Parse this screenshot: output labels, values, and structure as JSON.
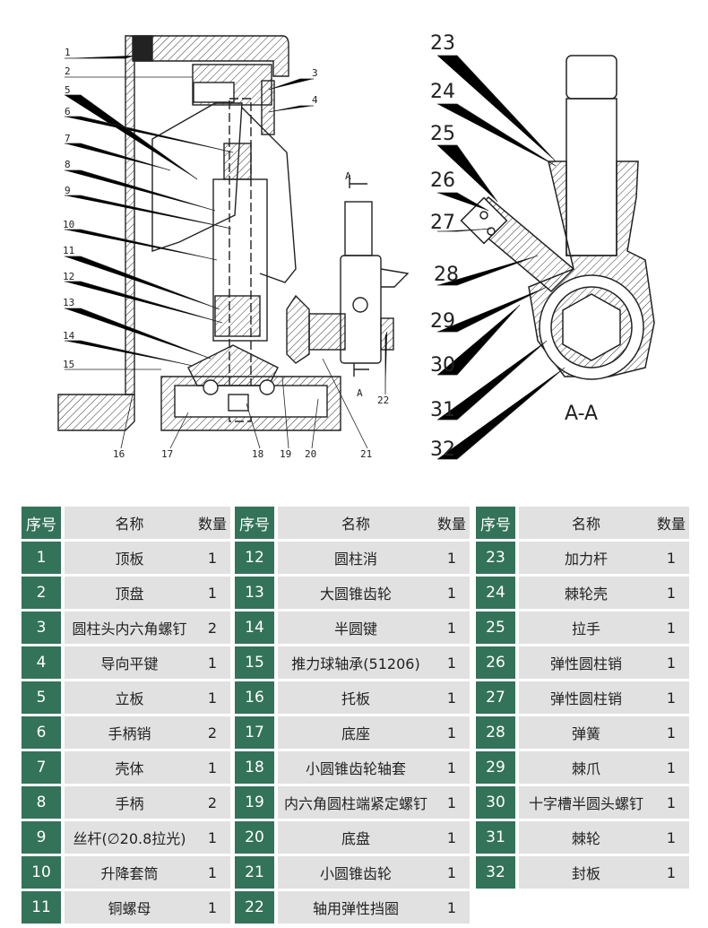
{
  "drawing": {
    "left_labels": [
      "1",
      "2",
      "3",
      "4",
      "5",
      "6",
      "7",
      "8",
      "9",
      "10",
      "11",
      "12",
      "13",
      "14",
      "15",
      "16",
      "17",
      "18",
      "19",
      "20",
      "21",
      "22"
    ],
    "right_labels": [
      "23",
      "24",
      "25",
      "26",
      "27",
      "28",
      "29",
      "30",
      "31",
      "32"
    ],
    "section_mark": "A",
    "section_title": "A-A"
  },
  "table": {
    "headers": {
      "no": "序号",
      "name": "名称",
      "qty": "数量"
    },
    "columns": [
      [
        {
          "no": "1",
          "name": "顶板",
          "qty": "1"
        },
        {
          "no": "2",
          "name": "顶盘",
          "qty": "1"
        },
        {
          "no": "3",
          "name": "圆柱头内六角螺钉",
          "qty": "2"
        },
        {
          "no": "4",
          "name": "导向平键",
          "qty": "1"
        },
        {
          "no": "5",
          "name": "立板",
          "qty": "1"
        },
        {
          "no": "6",
          "name": "手柄销",
          "qty": "2"
        },
        {
          "no": "7",
          "name": "壳体",
          "qty": "1"
        },
        {
          "no": "8",
          "name": "手柄",
          "qty": "2"
        },
        {
          "no": "9",
          "name": "丝杆(∅20.8拉光)",
          "qty": "1"
        },
        {
          "no": "10",
          "name": "升降套筒",
          "qty": "1"
        },
        {
          "no": "11",
          "name": "铜螺母",
          "qty": "1"
        }
      ],
      [
        {
          "no": "12",
          "name": "圆柱消",
          "qty": "1"
        },
        {
          "no": "13",
          "name": "大圆锥齿轮",
          "qty": "1"
        },
        {
          "no": "14",
          "name": "半圆键",
          "qty": "1"
        },
        {
          "no": "15",
          "name": "推力球轴承(51206)",
          "qty": "1"
        },
        {
          "no": "16",
          "name": "托板",
          "qty": "1"
        },
        {
          "no": "17",
          "name": "底座",
          "qty": "1"
        },
        {
          "no": "18",
          "name": "小圆锥齿轮轴套",
          "qty": "1"
        },
        {
          "no": "19",
          "name": "内六角圆柱端紧定螺钉",
          "qty": "1"
        },
        {
          "no": "20",
          "name": "底盘",
          "qty": "1"
        },
        {
          "no": "21",
          "name": "小圆锥齿轮",
          "qty": "1"
        },
        {
          "no": "22",
          "name": "轴用弹性挡圈",
          "qty": "1"
        }
      ],
      [
        {
          "no": "23",
          "name": "加力杆",
          "qty": "1"
        },
        {
          "no": "24",
          "name": "棘轮壳",
          "qty": "1"
        },
        {
          "no": "25",
          "name": "拉手",
          "qty": "1"
        },
        {
          "no": "26",
          "name": "弹性圆柱销",
          "qty": "1"
        },
        {
          "no": "27",
          "name": "弹性圆柱销",
          "qty": "1"
        },
        {
          "no": "28",
          "name": "弹簧",
          "qty": "1"
        },
        {
          "no": "29",
          "name": "棘爪",
          "qty": "1"
        },
        {
          "no": "30",
          "name": "十字槽半圆头螺钉",
          "qty": "1"
        },
        {
          "no": "31",
          "name": "棘轮",
          "qty": "1"
        },
        {
          "no": "32",
          "name": "封板",
          "qty": "1"
        }
      ]
    ]
  },
  "colors": {
    "header_green": "#33735a",
    "cell_gray": "#e1e1e1"
  }
}
